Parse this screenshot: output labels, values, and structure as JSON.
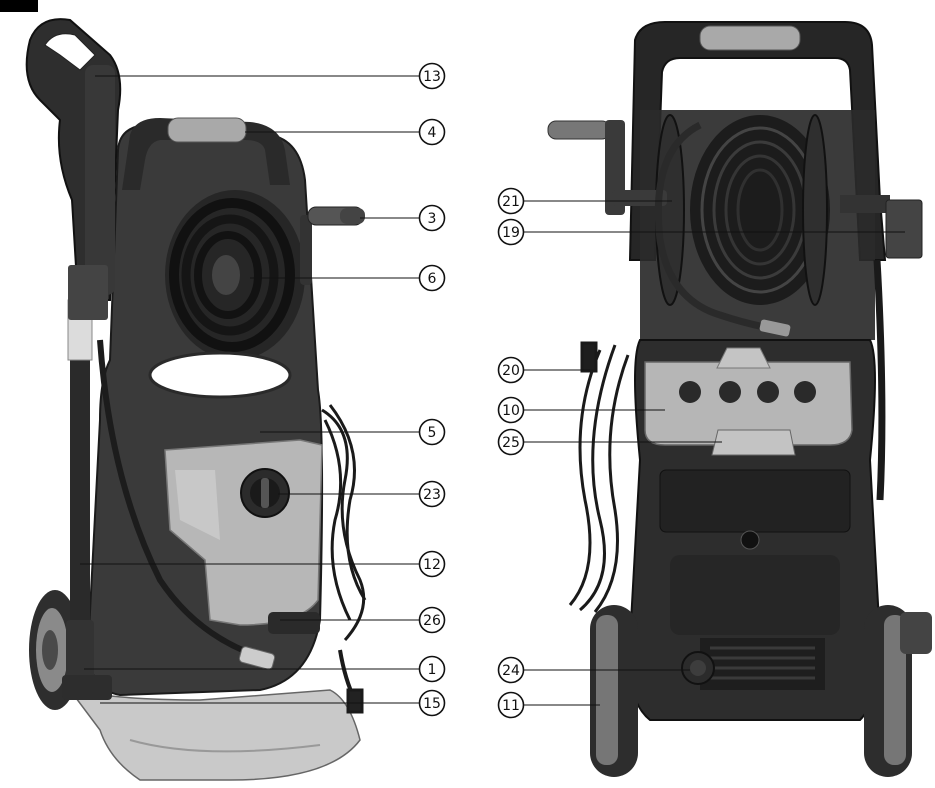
{
  "figure": {
    "views": [
      {
        "view": "front",
        "callouts": [
          {
            "num": "13",
            "part": "spray-gun"
          },
          {
            "num": "4",
            "part": "carry-handle"
          },
          {
            "num": "3",
            "part": "hose-reel-crank"
          },
          {
            "num": "6",
            "part": "hose-reel"
          },
          {
            "num": "5",
            "part": "housing"
          },
          {
            "num": "23",
            "part": "on-off-switch"
          },
          {
            "num": "12",
            "part": "lance"
          },
          {
            "num": "26",
            "part": "accessory-storage"
          },
          {
            "num": "1",
            "part": "hose-connector"
          },
          {
            "num": "15",
            "part": "lance-holder"
          }
        ]
      },
      {
        "view": "rear",
        "callouts": [
          {
            "num": "21",
            "part": "reel-lock"
          },
          {
            "num": "19",
            "part": "hose-guide"
          },
          {
            "num": "20",
            "part": "cable-hook"
          },
          {
            "num": "10",
            "part": "nozzle-storage"
          },
          {
            "num": "25",
            "part": "detergent-holder"
          },
          {
            "num": "24",
            "part": "water-inlet"
          },
          {
            "num": "11",
            "part": "wheel"
          }
        ]
      }
    ],
    "colors": {
      "body": "#3a3a3a",
      "body_dark": "#222222",
      "grey_panel": "#b8b8b8",
      "grey_light": "#d6d6d6",
      "hose": "#1a1a1a",
      "background": "#ffffff"
    }
  }
}
